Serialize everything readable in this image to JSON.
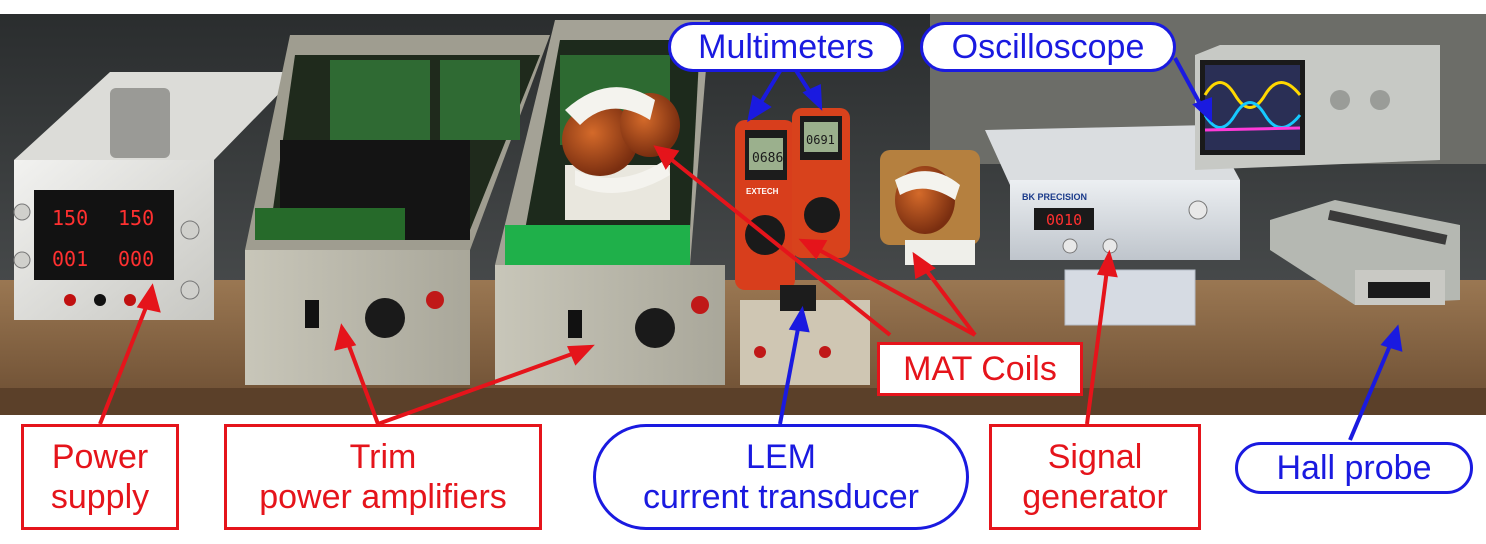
{
  "colors": {
    "red_label": "#e5141b",
    "blue_label": "#1a1ae0"
  },
  "labels": {
    "power_supply": [
      "Power",
      "supply"
    ],
    "trim_amplifiers": [
      "Trim",
      "power amplifiers"
    ],
    "lem_transducer": [
      "LEM",
      "current transducer"
    ],
    "signal_generator": [
      "Signal",
      "generator"
    ],
    "hall_probe": "Hall probe",
    "mat_coils": "MAT Coils",
    "multimeters": "Multimeters",
    "oscilloscope": "Oscilloscope"
  },
  "instrument_readouts": {
    "power_supply_top_left": "150",
    "power_supply_top_right": "150",
    "power_supply_bottom_left": "001",
    "power_supply_bottom_right": "000",
    "multimeter_left": "0686",
    "multimeter_right": "0691",
    "multimeter_brand": "EXTECH",
    "signal_generator_display": "0010",
    "signal_generator_brand": "BK PRECISION"
  }
}
